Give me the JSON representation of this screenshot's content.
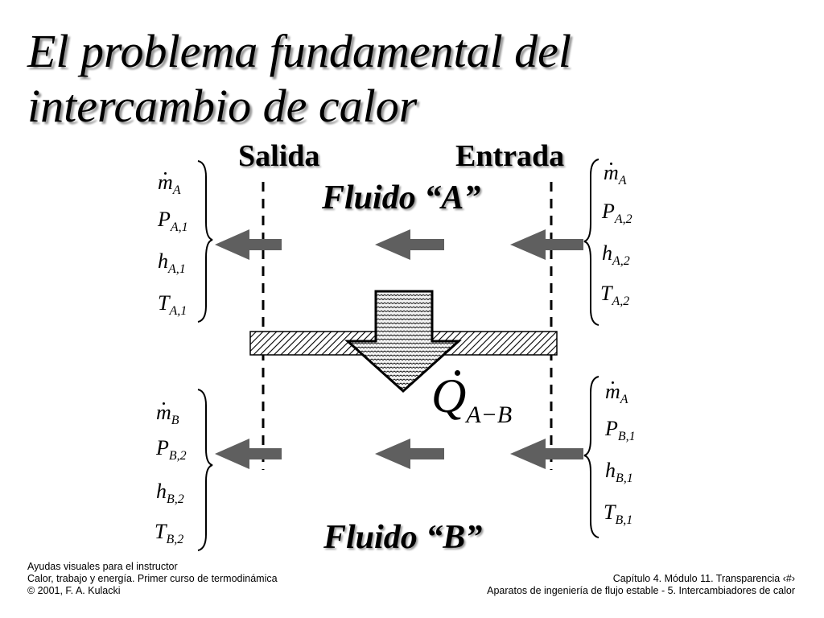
{
  "title": {
    "line1": "El problema fundamental del",
    "line2": "intercambio de calor"
  },
  "labels": {
    "outlet": "Salida",
    "inlet": "Entrada",
    "fluid_a": "Fluido “A”",
    "fluid_b": "Fluido “B”"
  },
  "heat_symbol": {
    "main": "Q",
    "subscript": "A−B"
  },
  "fluid_a_outlet": [
    {
      "base": "m",
      "sub": "A",
      "dot": true
    },
    {
      "base": "P",
      "sub": "A,1"
    },
    {
      "base": "h",
      "sub": "A,1"
    },
    {
      "base": "T",
      "sub": "A,1"
    }
  ],
  "fluid_a_inlet": [
    {
      "base": "m",
      "sub": "A",
      "dot": true
    },
    {
      "base": "P",
      "sub": "A,2"
    },
    {
      "base": "h",
      "sub": "A,2"
    },
    {
      "base": "T",
      "sub": "A,2"
    }
  ],
  "fluid_b_outlet": [
    {
      "base": "m",
      "sub": "B",
      "dot": true
    },
    {
      "base": "P",
      "sub": "B,2"
    },
    {
      "base": "h",
      "sub": "B,2"
    },
    {
      "base": "T",
      "sub": "B,2"
    }
  ],
  "fluid_b_inlet": [
    {
      "base": "m",
      "sub": "A",
      "dot": true
    },
    {
      "base": "P",
      "sub": "B,1"
    },
    {
      "base": "h",
      "sub": "B,1"
    },
    {
      "base": "T",
      "sub": "B,1"
    }
  ],
  "footer": {
    "left1": "Ayudas visuales para el instructor",
    "left2": "Calor, trabajo y energía.  Primer curso de termodinámica",
    "left3": "© 2001, F. A. Kulacki",
    "right1": "Capítulo 4. Módulo 11. Transparencia ‹#›",
    "right2": "Aparatos de ingeniería de flujo estable - 5. Intercambiadores de calor"
  },
  "colors": {
    "arrow": "#5f5f5f",
    "text": "#000000",
    "shadow": "#9a9a9a"
  }
}
